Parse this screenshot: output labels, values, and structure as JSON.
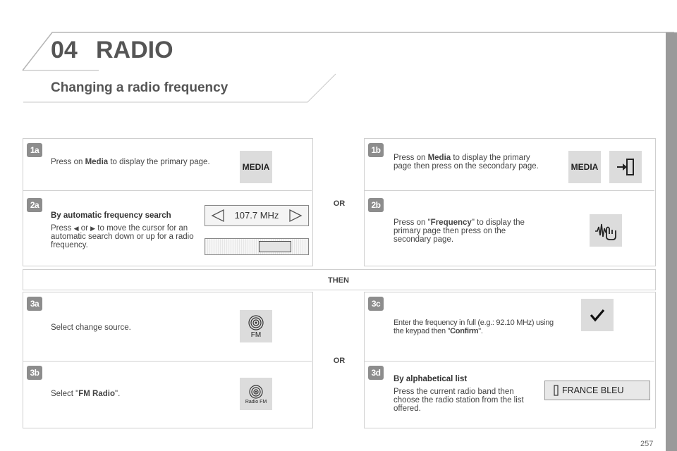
{
  "header": {
    "chapter_number": "04",
    "chapter_title": "RADIO",
    "section_title": "Changing a radio frequency"
  },
  "steps": {
    "s1a": {
      "badge": "1a",
      "text_before": "Press on ",
      "bold": "Media",
      "text_after": " to display the primary page.",
      "tile_label": "MEDIA"
    },
    "s1b": {
      "badge": "1b",
      "text_before": "Press on ",
      "bold": "Media",
      "text_after": " to display the primary page then press on the secondary page.",
      "tile_label": "MEDIA"
    },
    "s2a": {
      "badge": "2a",
      "heading": "By automatic frequency search",
      "line_press": "Press",
      "line_or": "or",
      "line_rest": "to move the cursor for an automatic search down or up for a radio frequency.",
      "frequency": "107.7 MHz"
    },
    "s2b": {
      "badge": "2b",
      "text_before": "Press on \"",
      "bold": "Frequency",
      "text_after": "\" to display the primary page then press on the secondary page."
    },
    "s3a": {
      "badge": "3a",
      "text": "Select change source.",
      "tile_label": "FM"
    },
    "s3b": {
      "badge": "3b",
      "text_before": "Select \"",
      "bold": "FM Radio",
      "text_after": "\".",
      "tile_label": "Radio FM"
    },
    "s3c": {
      "badge": "3c",
      "text_before": "Enter the frequency in full (e.g.: 92.10 MHz) using the keypad then \"",
      "bold": "Confirm",
      "text_after": "\"."
    },
    "s3d": {
      "badge": "3d",
      "heading": "By alphabetical list",
      "text": "Press the current radio band then choose the radio station from the list offered.",
      "station": "FRANCE BLEU"
    }
  },
  "connectors": {
    "or_top": "OR",
    "then": "THEN",
    "or_bottom": "OR"
  },
  "footer": {
    "page_number": "257"
  }
}
